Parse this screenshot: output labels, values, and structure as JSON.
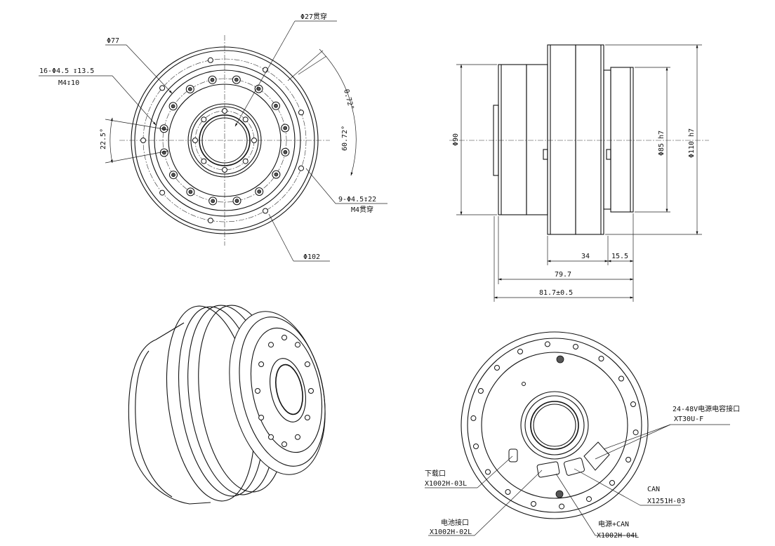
{
  "front_view": {
    "d77": "Φ77",
    "d27": "Φ27贯穿",
    "holes16_line1": "16-Φ4.5 ↧13.5",
    "holes16_line2": "M4↧10",
    "angle_small": "0.72°",
    "angle_large": "60.72°",
    "angle_left": "22.5°",
    "holes9_line1": "9-Φ4.5↧22",
    "holes9_line2": "M4贯穿",
    "d102": "Φ102"
  },
  "side_view": {
    "d90": "Φ90",
    "d85": "Φ85 h7",
    "d110": "Φ110 h7",
    "len34": "34",
    "len15_5": "15.5",
    "len79_7": "79.7",
    "len81_7": "81.7±0.5"
  },
  "back_view": {
    "conn_power_cap_line1": "24-48V电源电容接口",
    "conn_power_cap_line2": "XT30U-F",
    "conn_download_line1": "下载口",
    "conn_download_line2": "X1002H-03L",
    "conn_can_line1": "CAN",
    "conn_can_line2": "X1251H-03",
    "conn_battery_line1": "电池接口",
    "conn_battery_line2": "X1002H-02L",
    "conn_powercan_line1": "电源+CAN",
    "conn_powercan_line2": "X1002H-04L"
  }
}
